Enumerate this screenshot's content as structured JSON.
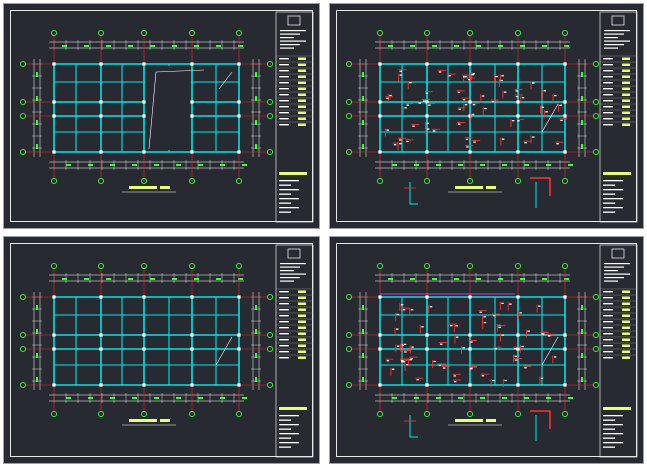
{
  "sheets": [
    {
      "id": "sheet-1",
      "kind": "framing",
      "has_details": false
    },
    {
      "id": "sheet-2",
      "kind": "reinforcement",
      "has_details": true
    },
    {
      "id": "sheet-3",
      "kind": "framing",
      "has_details": false
    },
    {
      "id": "sheet-4",
      "kind": "reinforcement",
      "has_details": true
    }
  ],
  "colors": {
    "sheet_bg": "#272a31",
    "beam": "#00e5e5",
    "grid_axis": "#ff2020",
    "dimension": "#ffffff",
    "axis_bubble": "#36ff36",
    "rebar_mark": "#ff3030",
    "title_bar": "#e8ff70",
    "magenta_line": "#ff40ff"
  }
}
